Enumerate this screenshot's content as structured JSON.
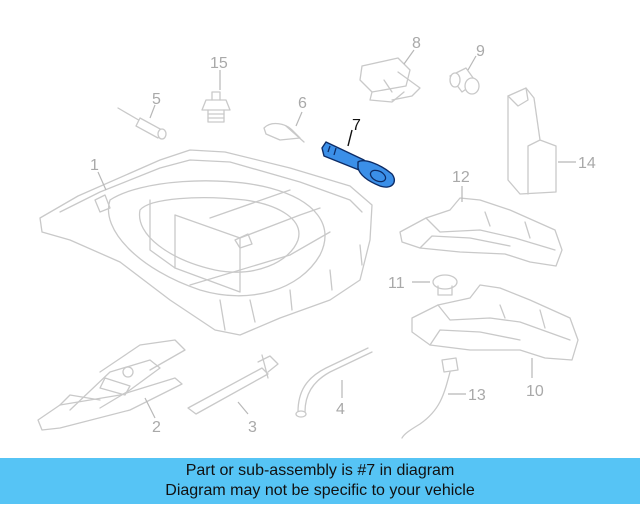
{
  "callouts": {
    "c1": "1",
    "c2": "2",
    "c3": "3",
    "c4": "4",
    "c5": "5",
    "c6": "6",
    "c7": "7",
    "c8": "8",
    "c9": "9",
    "c10": "10",
    "c11": "11",
    "c12": "12",
    "c13": "13",
    "c14": "14",
    "c15": "15"
  },
  "banner": {
    "line1": "Part or sub-assembly is #7 in diagram",
    "line2": "Diagram may not be specific to your vehicle"
  },
  "colors": {
    "highlight_part": "#3b8fe8",
    "banner_bg": "#56c4f5",
    "part_outline": "#c9c9c9"
  }
}
